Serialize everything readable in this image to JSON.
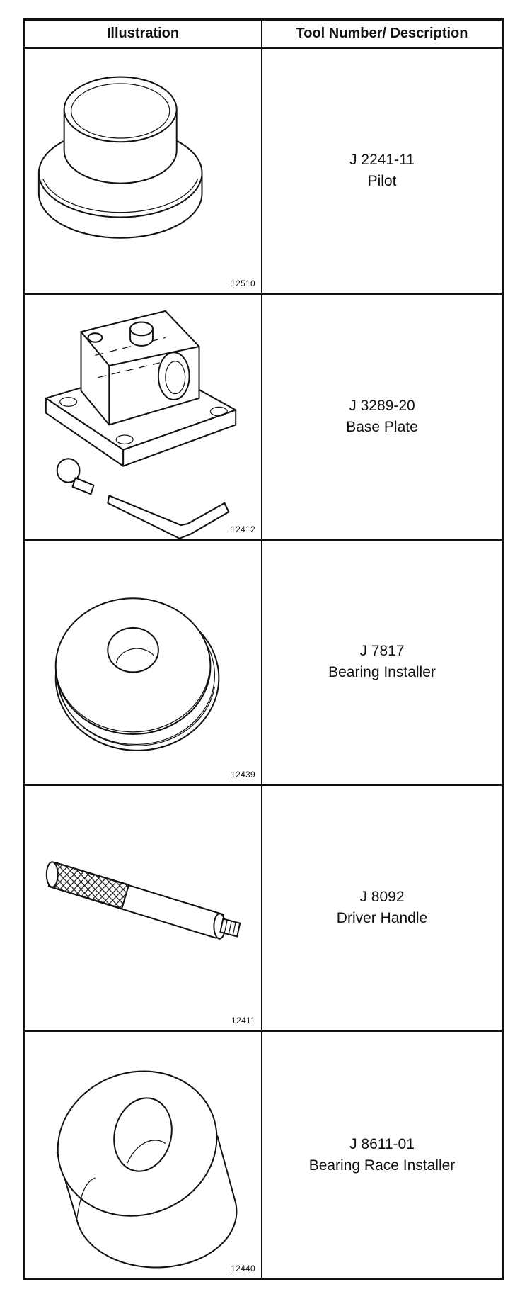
{
  "table": {
    "headers": {
      "illustration": "Illustration",
      "description": "Tool Number/ Description"
    },
    "rows": [
      {
        "figure_number": "12510",
        "tool_number": "J 2241-11",
        "description": "Pilot",
        "icon": "stepped-disc-pilot-drawing"
      },
      {
        "figure_number": "12412",
        "tool_number": "J 3289-20",
        "description": "Base Plate",
        "icon": "base-plate-fixture-drawing"
      },
      {
        "figure_number": "12439",
        "tool_number": "J 7817",
        "description": "Bearing Installer",
        "icon": "bearing-installer-disc-drawing"
      },
      {
        "figure_number": "12411",
        "tool_number": "J 8092",
        "description": "Driver Handle",
        "icon": "knurled-driver-handle-drawing"
      },
      {
        "figure_number": "12440",
        "tool_number": "J 8611-01",
        "description": "Bearing Race Installer",
        "icon": "race-installer-ring-drawing"
      }
    ]
  }
}
